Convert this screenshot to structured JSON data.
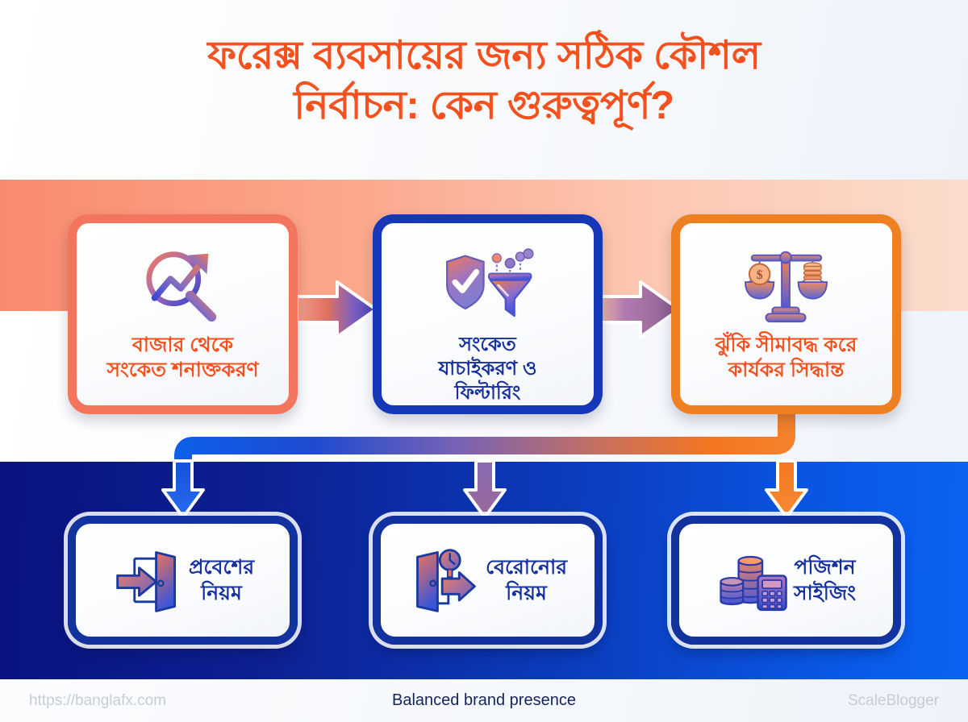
{
  "title": {
    "line1": "ফরেক্স ব্যবসায়ের জন্য সঠিক কৌশল",
    "line2": "নির্বাচন: কেন গুরুত্বপূর্ণ?",
    "color": "#F4511E"
  },
  "process_row": {
    "cards": [
      {
        "id": "market-signal-detection",
        "label": "বাজার থেকে\nসংকেত শনাক্তকরণ",
        "label_line1": "বাজার থেকে",
        "label_line2": "সংকেত শনাক্তকরণ",
        "icon": "magnifier-trend-icon",
        "border_color": "#F4755E",
        "text_color": "#F4511E"
      },
      {
        "id": "signal-verification-filtering",
        "label": "সংকেত যাচাইকরণ ও ফিল্টারিং",
        "label_line1": "সংকেত",
        "label_line2": "যাচাইকরণ ও",
        "label_line3": "ফিল্টারিং",
        "icon": "shield-check-funnel-icon",
        "border_color": "#1638B8",
        "text_color": "#16309E"
      },
      {
        "id": "risk-limited-decision",
        "label": "ঝুঁকি সীমাবদ্ধ করে কার্যকর সিদ্ধান্ত",
        "label_line1": "ঝুঁকি সীমাবদ্ধ করে",
        "label_line2": "কার্যকর সিদ্ধান্ত",
        "icon": "balance-scale-icon",
        "border_color": "#EF8022",
        "text_color": "#F4511E"
      }
    ]
  },
  "outcome_row": {
    "cards": [
      {
        "id": "entry-rules",
        "label_line1": "প্রবেশের",
        "label_line2": "নিয়ম",
        "icon": "door-enter-icon",
        "border_color": "#12339E",
        "text_color": "#16309E"
      },
      {
        "id": "exit-rules",
        "label_line1": "বেরোনোর",
        "label_line2": "নিয়ম",
        "icon": "door-exit-clock-icon",
        "border_color": "#12339E",
        "text_color": "#16309E"
      },
      {
        "id": "position-sizing",
        "label_line1": "পজিশন",
        "label_line2": "সাইজিং",
        "icon": "coins-calculator-icon",
        "border_color": "#12339E",
        "text_color": "#16309E"
      }
    ]
  },
  "connectors": {
    "arrow_1": "flow-arrow-orange-to-blue",
    "arrow_2": "flow-arrow-blue-to-orange",
    "bus": "gradient-distribution-bus",
    "down_arrows": [
      "down-arrow-left",
      "down-arrow-center",
      "down-arrow-right"
    ]
  },
  "footer": {
    "url": "https://banglafx.com",
    "tagline": "Balanced brand presence",
    "brand": "ScaleBlogger"
  },
  "palette": {
    "band_salmon_left": "#F98A6F",
    "band_salmon_right": "#FBDCCC",
    "band_navy_left": "#0A1280",
    "band_navy_right": "#0A63F2",
    "accent_orange": "#F4511E",
    "accent_blue": "#16309E"
  }
}
